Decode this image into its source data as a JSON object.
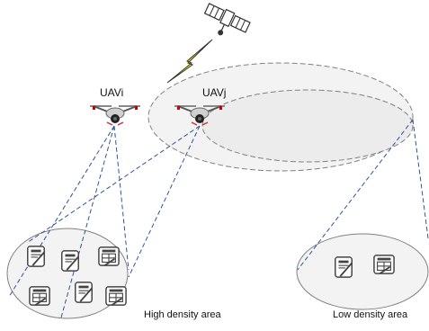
{
  "nodes": {
    "uav_i": "UAVi",
    "uav_j": "UAVj"
  },
  "areas": {
    "high": "High density area",
    "low": "Low density area"
  },
  "icons": {
    "satellite": "satellite-icon",
    "link": "lightning-link-icon",
    "uav": "drone-icon",
    "device_phone": "tablet-pen-icon",
    "device_grid": "grid-tablet-icon"
  },
  "colors": {
    "link": "#ffff00",
    "link_stroke": "#333333",
    "dashed_lines": "#2f5597",
    "ellipse_stroke": "#808080",
    "ellipse_fill": "#f3f3f3"
  }
}
